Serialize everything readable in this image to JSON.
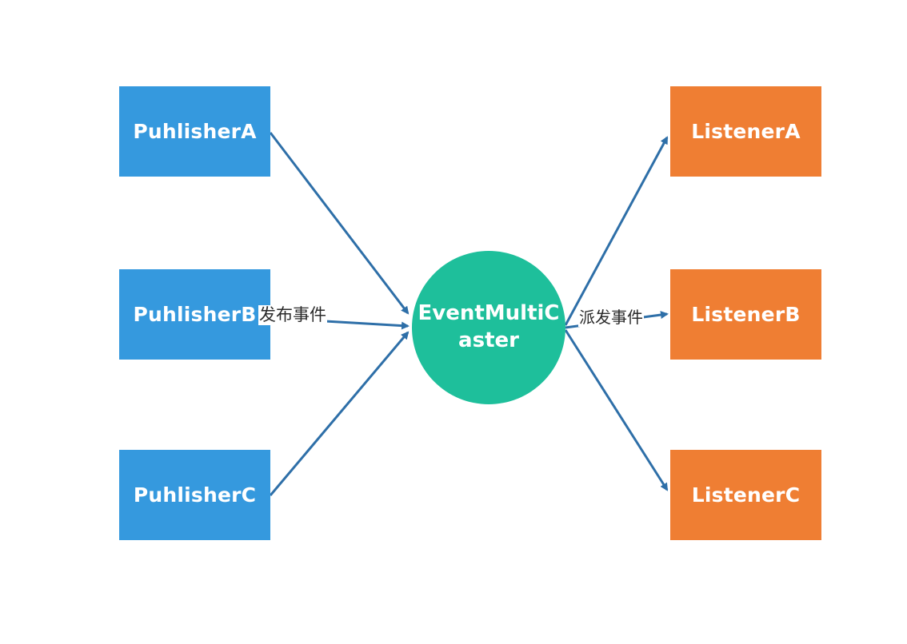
{
  "colors": {
    "publisher": "#3599de",
    "listener": "#ef7e33",
    "hub": "#1ebf9b",
    "arrow": "#2e6fa8"
  },
  "publishers": [
    {
      "label": "PuhlisherA"
    },
    {
      "label": "PuhlisherB"
    },
    {
      "label": "PuhlisherC"
    }
  ],
  "hub": {
    "label": "EventMultiCaster"
  },
  "listeners": [
    {
      "label": "ListenerA"
    },
    {
      "label": "ListenerB"
    },
    {
      "label": "ListenerC"
    }
  ],
  "edge_labels": {
    "publish": "发布事件",
    "dispatch": "派发事件"
  }
}
